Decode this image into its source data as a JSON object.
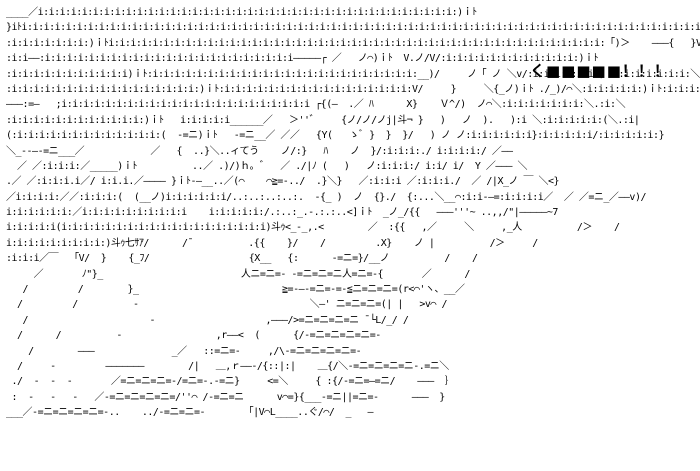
{
  "caption": "く■■■■■！！！",
  "colors": {
    "background": "#ffffff",
    "text": "#000000"
  },
  "art_lines": [
    "____／i:i:i:i:i:i:i:i:i:i:i:i:i:i:i:i:i:i:i:i:i:i:i:i:i:i:i:i:i:i:i:i:i:i:i:i:i:i:)ｉﾄ",
    "}iﾄi:i:i:i:i:i:i:i:i:i:i:i:i:i:i:i:i:i:i:i:i:i:i:i:i:i:i:i:i:i:i:i:i:i:i:i:i:i:i:i:i:i:i:i:i:i:i:i:i:i:i:i:i:i:i:i:i:i:i:i:i:i:i:i:)ｉﾄ  ┌,  「＼{＼:=―",
    ":i:i:i:i:i:i:i:)ｉﾄi:i:i:i:i:i:i:i:i:i:i:i:i:i:i:i:i:i:i:i:i:i:i:i:i:i:i:i:i:i:i:i:i:i:i:i:i:i:i:i:i:i:i:i:i:「)＞    ―――{   }V/:i:i:i:i:i:)ｉﾄ",
    ":i:i――:i:i:i:i:i:i:i:i:i:i:i:i:i:i:i:i:i:i:i:i:i:i:i―――――┌ ／   ノ⌒)ｉﾄ  V.ノ/V/:i:i:i:i:i:i:i:i:i:i:i:i:)ｉﾄ",
    ":i:i:i:i:i:i:i:i:i:i:i)ｉﾄ:i:i:i:i:i:i:i:i:i:i:i:i:i:i:i:i:i:i:i:i:i:i:i:i:__)/     ノ「 ノ ＼v/:i:i:i:i:i:i:)ｉﾄ:i:i:i:i:i:i:＼",
    ":i:i:i:i:i:i:i:i:i:i:i:i:i:i:i:i:i:)ｉﾄ:i:i:i:i:i:i:i:i:i:i:i:i:i:i:i:i:i:V/     }     ＼{_ノ)ｉﾄ ./_)/⌒＼:i:i:i:i:i:)ｉﾄ:i:i:i:i:＼",
    "―――:=―   ;i:i:i:i:i:i:i:i:i:i:i:i:i:i:i:i:i:i:i:i:i:i:i ┌{(―  .／ ﾊ      X}    Ｖ^/)  ノ⌒＼:i:i:i:i:i:i:i:＼.:i:＼",
    ":i:i:i:i:i:i:i:i:i:i:i:i:)ｉﾄ   i:i:i:i:i______／   ＞''゛    {ノ/ノ/ノj|斗¬ }   )   ノ  ).   ):i ＼:i:i:i:i:i:(＼.:i|",
    "(:i:i:i:i:i:i:i:i:i:i:i:i:i:(  -=ニ)ｉﾄ   -=ニ__／ ／／   {Y(   ゝﾞ }  }  }/   ) ノ ノ:i:i:i:i:i:i}:i:i:i:i:i/:i:i:i:i:i:}",
    "＼_--―-=ニ___／            ／   {  ..}＼..ィてう    ノ/:}   ﾊ    ノ  }/:i:i:i:./ i:i:i:i:/ ／――",
    "  ／ ／:i:i:i:／_____)ｉﾄ          ..／ .)/)ｈ｡ ゛  ／ ./|ﾉ (   )   ノ:i:i:i:/ i:i/ i/  Y ／――― ＼",
    ".／ ／:i:i:i.i／/ i:i.i.／―――― }ｉﾄ-―__..／(⌒    ⌒≧=-../  .}＼}   ／:i:i:i ／:i:i:i./  ／ /|X_ノ ￣ ＼<}",
    "／i:i:i:i:／／:i:i:i:(  (__ノ)i:i:i:i:i:i/..:..:..:..:.  -{_ )  ノ  {}./  {:...＼__⌒:i:i-―=:i:i:i:i／  ／ ／=ニ_／――v)/",
    "i:i:i:i:i:i:／i:i:i:i:i:i:i:i:i:i    i:i:i:i:i:/.:..:_.-.:.:..<]ｉﾄ  _ノ_/{{   ―――'''~ ..,,/\"|―――――~7",
    "i:i:i:i:i(i:i:i:i:i:i:i:i:i:i:i:i:i:i:i:i:i:i:i)斗ｩ<_-_,.<        ／  :{{   ,／     ＼     ,_人          /＞    /",
    "i:i:i:i:i:i:i:i:i:)斗ｩ七ｻｱ/      /¯          .{{    }/    /         .X}    ノ |          /＞     /",
    ":i:i:i／￣  「V/  }    {_ﾌ/                  {X__   {:      -=ニ=}/__ノ          /    /",
    "     ／       ﾉ\"}_                         人ニ=ニ=- ‐=ニ=ニ=ニ人=ニ=-{       ／      /",
    "   /         /        }_                          ≧=-―-=ニ=-=-≦ニ=ニ=ニ=(r<⌒'ヽ、__／",
    "  /         /          -                               ＼―' ニ=ニ=ニ=(| |   >v⌒ /",
    "   /                      -                    ,―――/>=ニ=ニ=ニ=ニ ¯└L/_/ /",
    "  /      /          -                 ,r――<  (      {/-=ニ=ニ=ニ=ニ=-",
    "    /        ―――              _／   ::=ニ=-     ,/\\-=ニ=ニ=ニ=ニ=-",
    "  /     -         ―――――――        /|   ＿,ｒ――-/{::|:|    ＿{/＼-=ニ=ニ=ニ=ニ-.=ニ＼",
    " ./  -  -  -       ／=ニ=ニ=ニ=-/=ニ=-.-=ニ}     <=＼     { :{/-=ニ=―=ニ/    ―――  ｝",
    " :  -   -   -   ／-=ニ=ニ=ニ=ニ=/''⌒ /-=ニ=ニ      v⌒=}{___-=ニ||=ニ=-      ―――  }",
    "___／-=ニ=ニ=ニ=ニ=-..    ../-=ニ=ニ=-       「|V⌒L____..ぐ/⌒/  _   ―"
  ]
}
